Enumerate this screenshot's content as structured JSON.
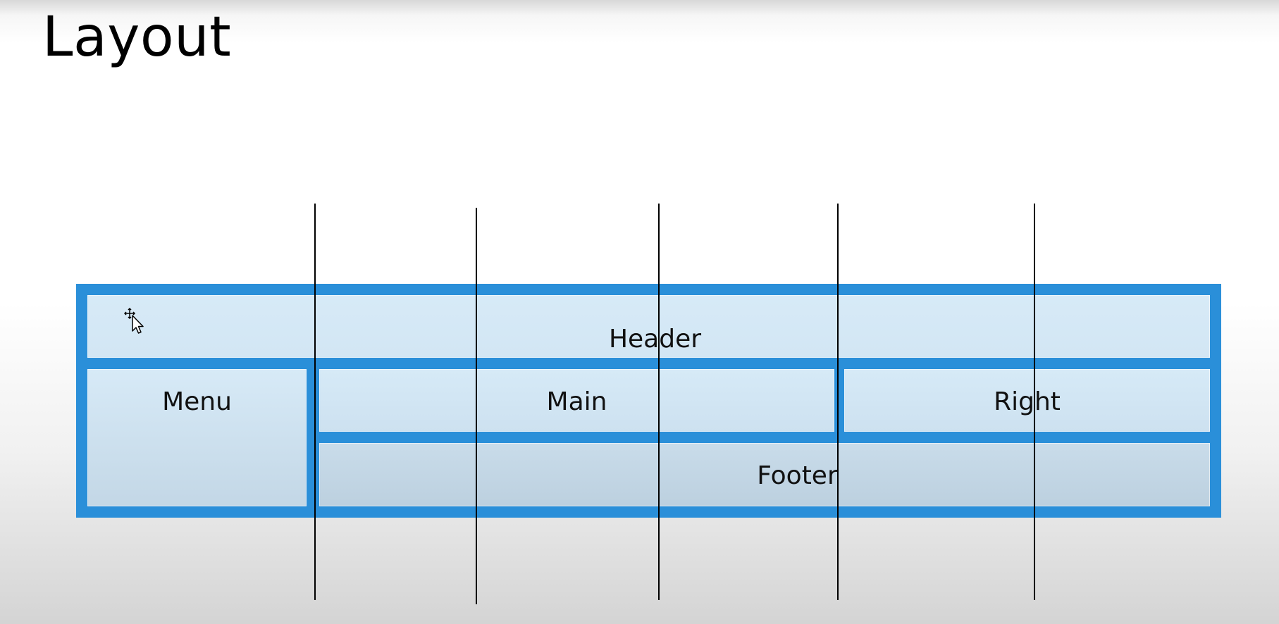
{
  "slide": {
    "title": "Layout"
  },
  "areas": {
    "header": "Header",
    "menu": "Menu",
    "main": "Main",
    "right": "Right",
    "footer": "Footer"
  },
  "colors": {
    "frame": "#2a8fd9",
    "cell": "#d4e8f6",
    "gridline": "#000000"
  },
  "icons": {
    "cursor": "move-cursor-icon"
  }
}
